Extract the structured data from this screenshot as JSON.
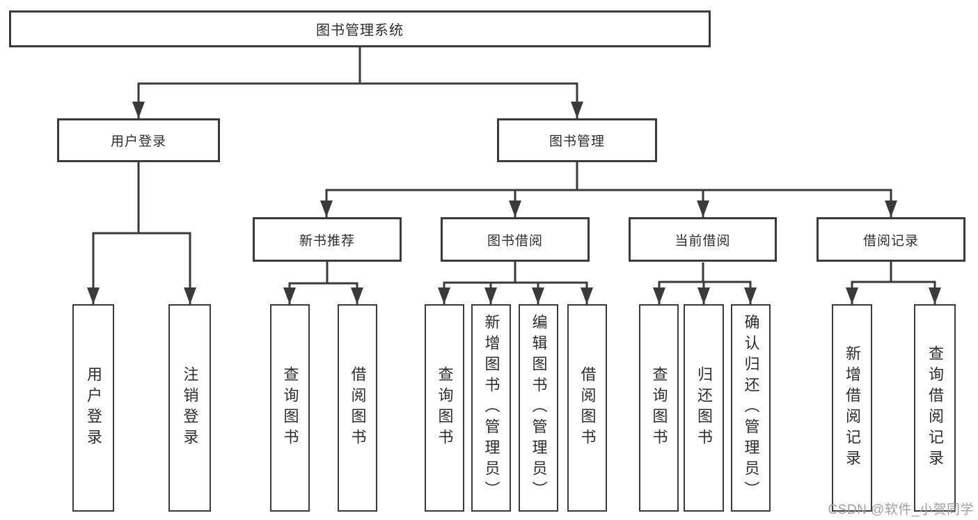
{
  "tree": {
    "root": {
      "label": "图书管理系统"
    },
    "branches": [
      {
        "label": "用户登录",
        "children": [
          {
            "label": "用户登录"
          },
          {
            "label": "注销登录"
          }
        ]
      },
      {
        "label": "图书管理",
        "children": [
          {
            "label": "新书推荐",
            "children": [
              {
                "label": "查询图书"
              },
              {
                "label": "借阅图书"
              }
            ]
          },
          {
            "label": "图书借阅",
            "children": [
              {
                "label": "查询图书"
              },
              {
                "label": "新增图书（管理员）"
              },
              {
                "label": "编辑图书（管理员）"
              },
              {
                "label": "借阅图书"
              }
            ]
          },
          {
            "label": "当前借阅",
            "children": [
              {
                "label": "查询图书"
              },
              {
                "label": "归还图书"
              },
              {
                "label": "确认归还（管理员）"
              }
            ]
          },
          {
            "label": "借阅记录",
            "children": [
              {
                "label": "新增借阅记录"
              },
              {
                "label": "查询借阅记录"
              }
            ]
          }
        ]
      }
    ]
  },
  "watermark": {
    "text": "CSDN @软件_小贺同学"
  },
  "colors": {
    "line": "#3a3a3a",
    "box_border": "#3a3a3a",
    "box_fill": "#ffffff",
    "text": "#2d2d2d",
    "watermark": "#9f9f9f",
    "background": "#ffffff"
  }
}
